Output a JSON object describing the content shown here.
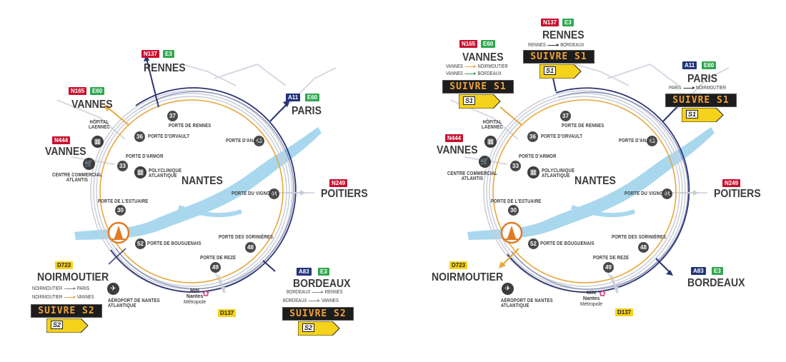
{
  "left": {
    "center_label": "NANTES",
    "destinations": {
      "rennes": {
        "label": "RENNES",
        "badges": [
          "N137",
          "E3"
        ]
      },
      "vannes_n": {
        "label": "VANNES",
        "badges": [
          "N165",
          "E60"
        ]
      },
      "vannes_w": {
        "label": "VANNES",
        "badges": [
          "N444"
        ]
      },
      "paris": {
        "label": "PARIS",
        "badges": [
          "A11",
          "E60"
        ]
      },
      "poitiers": {
        "label": "POITIERS",
        "badges": [
          "N249"
        ]
      },
      "noirmoutier": {
        "label": "NOIRMOUTIER",
        "badges": [
          "D723"
        ]
      },
      "bordeaux": {
        "label": "BORDEAUX",
        "badges": [
          "A83",
          "E3"
        ]
      },
      "d137": {
        "badges": [
          "D137"
        ]
      }
    },
    "noirmoutier_routes": [
      {
        "from": "NOIRMOUTIER",
        "to": "PARIS",
        "color": "grey"
      },
      {
        "from": "NOIRMOUTIER",
        "to": "VANNES",
        "color": "orange"
      }
    ],
    "bordeaux_routes": [
      {
        "from": "BORDEAUX",
        "to": "RENNES",
        "color": "grey"
      },
      {
        "from": "BORDEAUX",
        "to": "VANNES",
        "color": "grey"
      }
    ],
    "vms_noirmoutier": "SUIVRE S2",
    "vms_bordeaux": "SUIVRE S2",
    "sign_noirmoutier": "S2",
    "sign_bordeaux": "S2"
  },
  "right": {
    "center_label": "NANTES",
    "destinations": {
      "rennes": {
        "label": "RENNES",
        "badges": [
          "N137",
          "E3"
        ]
      },
      "vannes_n": {
        "label": "VANNES",
        "badges": [
          "N165",
          "E60"
        ]
      },
      "vannes_w": {
        "label": "VANNES",
        "badges": [
          "N444"
        ]
      },
      "paris": {
        "label": "PARIS",
        "badges": [
          "A11",
          "E60"
        ]
      },
      "poitiers": {
        "label": "POITIERS",
        "badges": [
          "N249"
        ]
      },
      "noirmoutier": {
        "label": "NOIRMOUTIER",
        "badges": [
          "D723"
        ]
      },
      "bordeaux": {
        "label": "BORDEAUX",
        "badges": [
          "A83",
          "E3"
        ]
      },
      "d137": {
        "badges": [
          "D137"
        ]
      }
    },
    "rennes_routes": [
      {
        "from": "RENNES",
        "to": "BORDEAUX",
        "color": "black"
      }
    ],
    "vannes_routes": [
      {
        "from": "VANNES",
        "to": "NOIRMOUTIER",
        "color": "orange"
      },
      {
        "from": "VANNES",
        "to": "BORDEAUX",
        "color": "green"
      }
    ],
    "paris_routes": [
      {
        "from": "PARIS",
        "to": "NOIRMOUTIER",
        "color": "black"
      }
    ],
    "vms_vannes": "SUIVRE S1",
    "vms_rennes": "SUIVRE S1",
    "vms_paris": "SUIVRE S1",
    "sign_vannes": "S1",
    "sign_rennes": "S1",
    "sign_paris": "S1"
  },
  "exits": [
    {
      "num": "37",
      "label": "PORTE DE RENNES"
    },
    {
      "num": "36",
      "label": "PORTE D'ORVAULT"
    },
    {
      "num": "43",
      "label": "PORTE D'ANJOU"
    },
    {
      "num": "33",
      "label": "PORTE D'ARMOR"
    },
    {
      "num": "44",
      "label": "PORTE DU VIGNOBLE"
    },
    {
      "num": "30",
      "label": "PORTE DE L'ESTUAIRE"
    },
    {
      "num": "52",
      "label": "PORTE DE BOUGUENAIS"
    },
    {
      "num": "48",
      "label": "PORTE DES SORINIÈRES"
    },
    {
      "num": "49",
      "label": "PORTE DE REZE"
    }
  ],
  "pois": {
    "hospital": [
      "HÔPITAL",
      "LAENNEC"
    ],
    "polyclinic": [
      "POLYCLINIQUE",
      "ATLANTIQUE"
    ],
    "mall": [
      "CENTRE COMMERCIAL",
      "ATLANTIS"
    ],
    "airport": [
      "AÉROPORT DE NANTES",
      "ATLANTIQUE"
    ],
    "min": [
      "MiN",
      "Nantes",
      "Métropole"
    ]
  },
  "colors": {
    "orange_route": "#e8a63a",
    "blue_ring": "#2c3470",
    "river": "#a9d8ee",
    "road": "#d3d7e2"
  }
}
